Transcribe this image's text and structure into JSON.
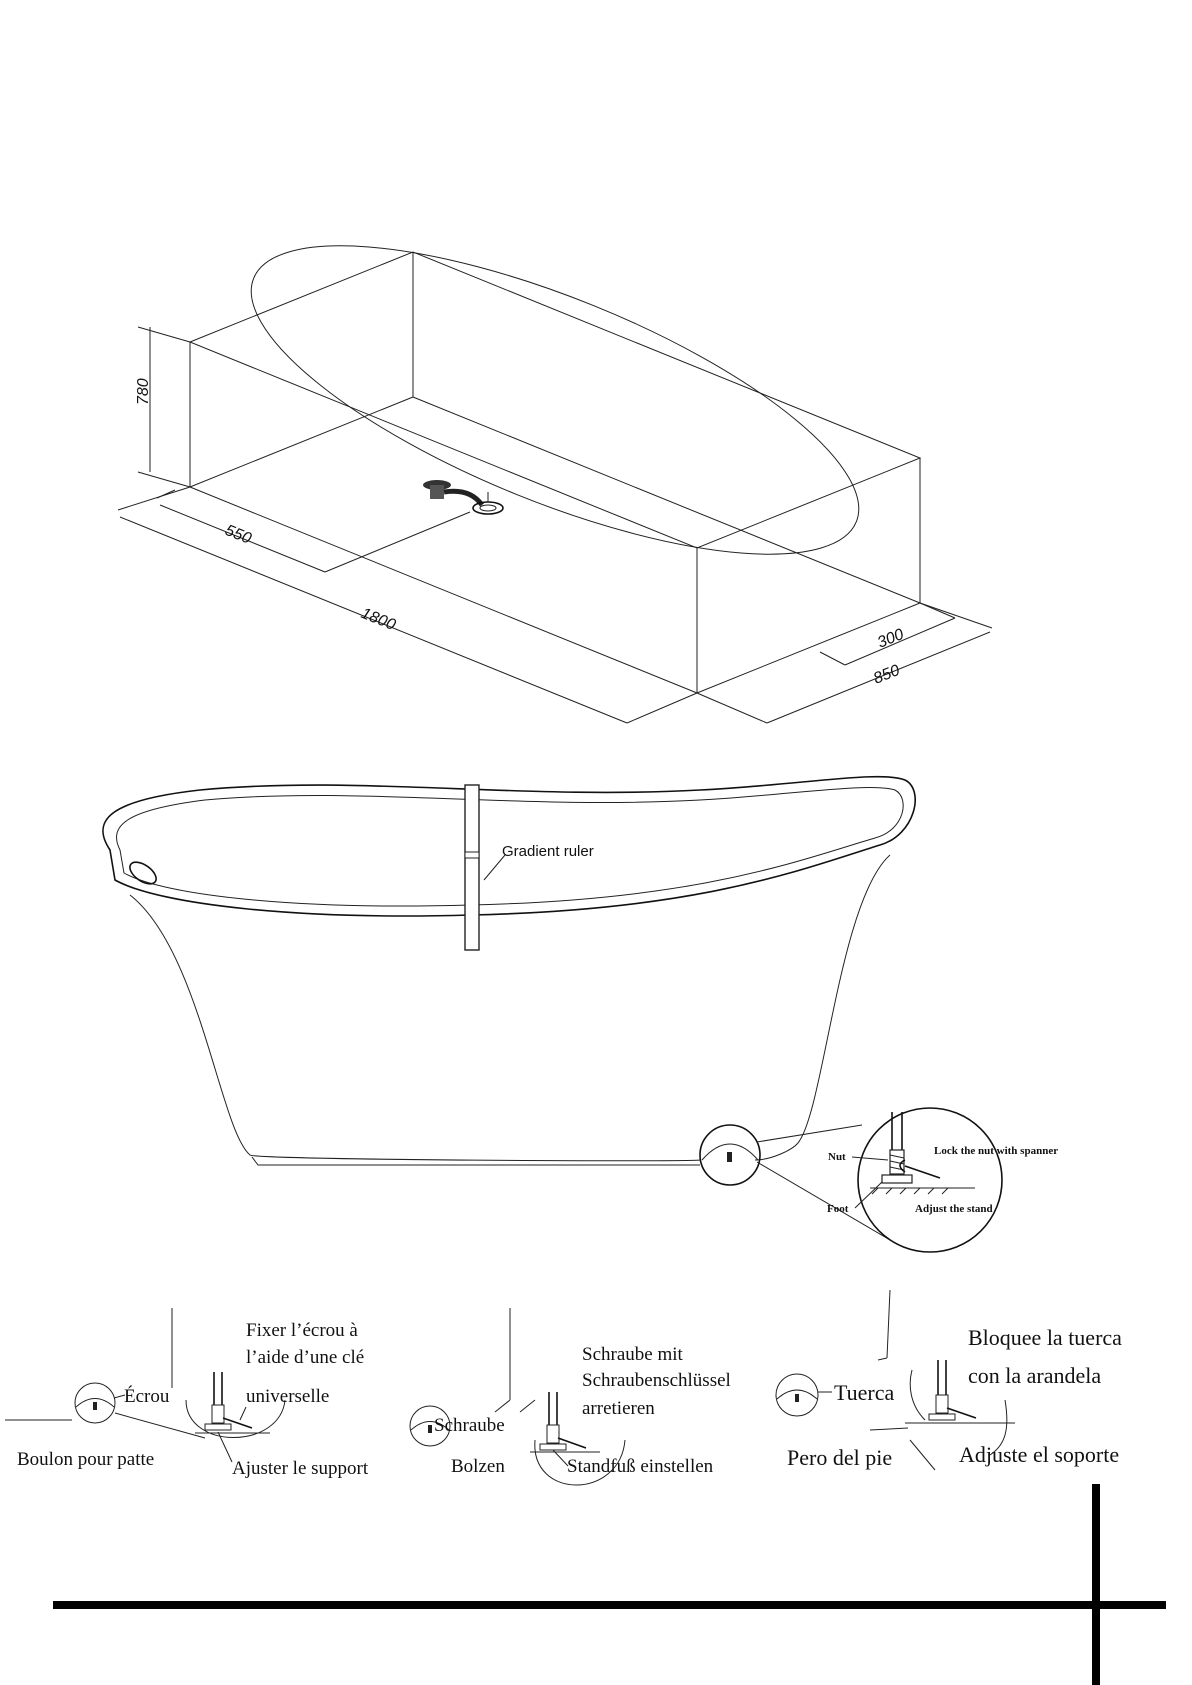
{
  "box_diagram": {
    "dim_height": "780",
    "dim_drain": "550",
    "dim_length": "1800",
    "dim_end": "300",
    "dim_width": "850"
  },
  "tub_diagram": {
    "gradient_ruler": "Gradient ruler",
    "detail_nut": "Nut",
    "detail_foot": "Foot",
    "detail_lock": "Lock the nut with spanner",
    "detail_adjust": "Adjust the stand"
  },
  "french": {
    "nut": "Écrou",
    "fix_line1": "Fixer l’écrou à",
    "fix_line2": "l’aide d’une clé",
    "fix_line3": "universelle",
    "bolt": "Boulon pour patte",
    "adjust": "Ajuster le support"
  },
  "german": {
    "nut": "Schraube",
    "fix_line1": "Schraube mit",
    "fix_line2": "Schraubenschlüssel",
    "fix_line3": "arretieren",
    "bolt": "Bolzen",
    "adjust": "Standfuß einstellen"
  },
  "spanish": {
    "nut": "Tuerca",
    "fix_line1": "Bloquee la tuerca",
    "fix_line2": "con la arandela",
    "bolt": "Pero del pie",
    "adjust": "Adjuste el soporte"
  }
}
